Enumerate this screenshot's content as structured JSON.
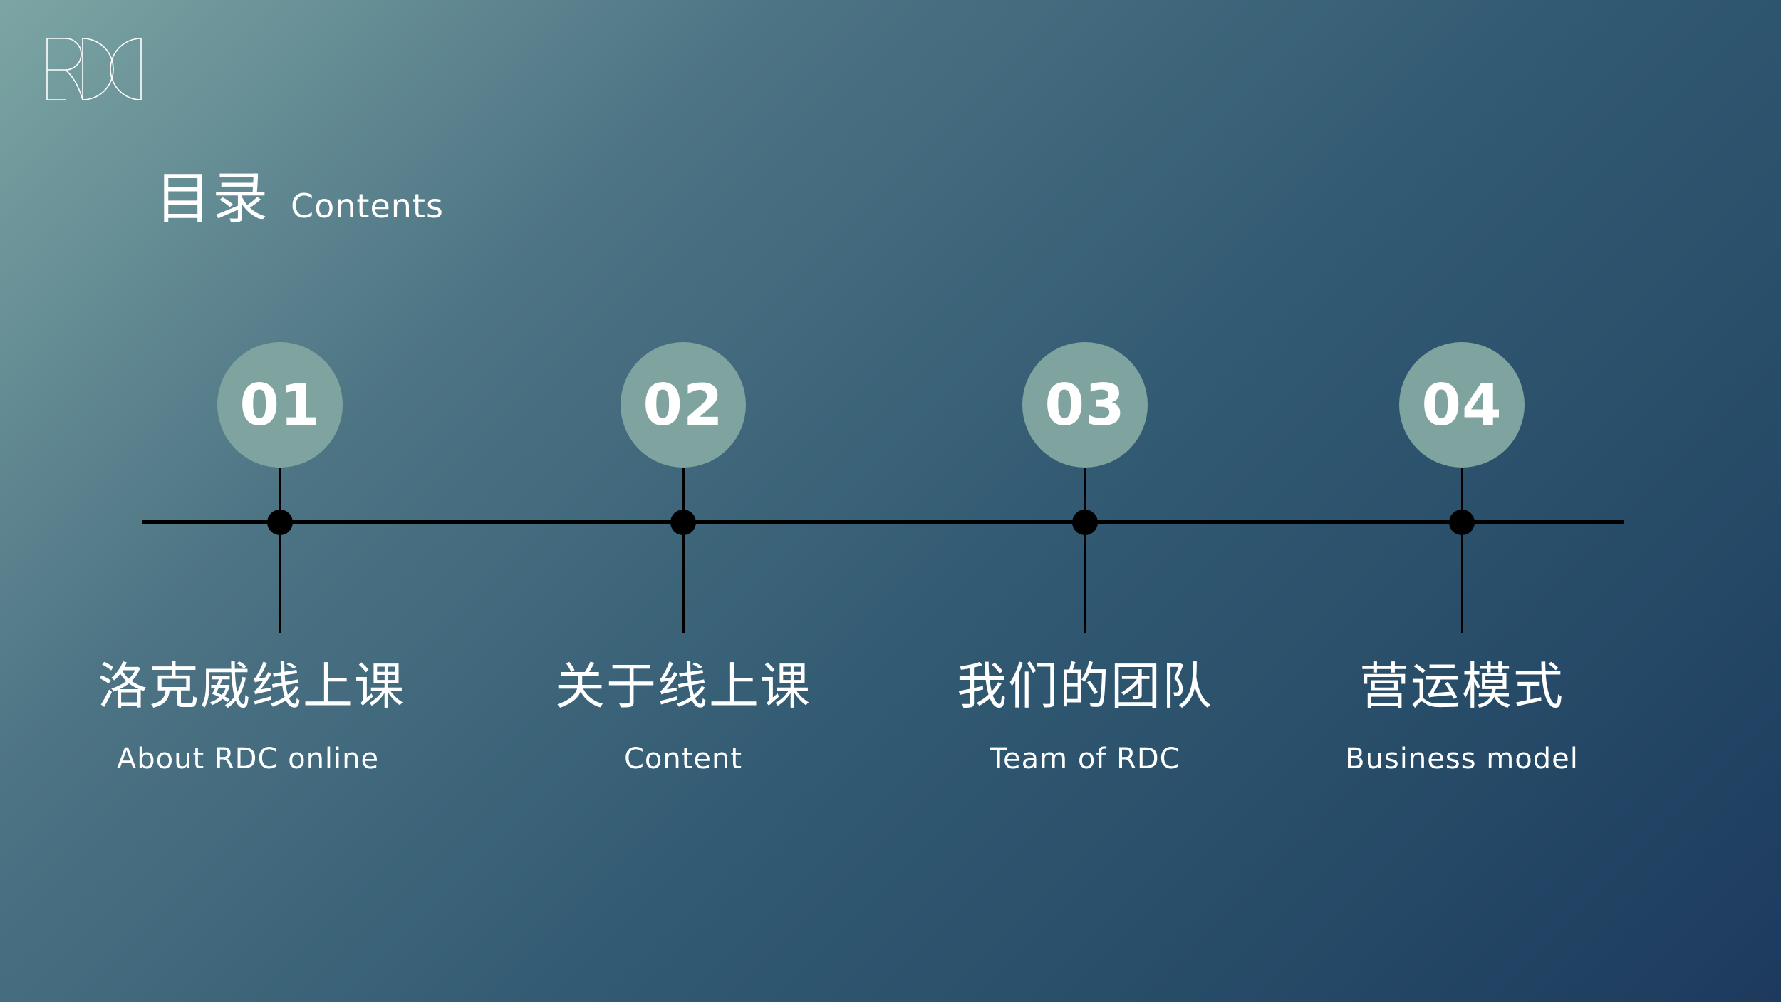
{
  "logo": {
    "icon": "rdc-logo-icon"
  },
  "header": {
    "title_zh": "目录",
    "title_en": "Contents"
  },
  "colors": {
    "circle": "#7fa4a0",
    "line": "#000000",
    "text": "#ffffff",
    "background_start": "#7ca5a4",
    "background_end": "#1d3a5e"
  },
  "items": [
    {
      "number": "01",
      "title_zh": "洛克威线上课",
      "title_en": "About RDC online"
    },
    {
      "number": "02",
      "title_zh": "关于线上课",
      "title_en": "Content"
    },
    {
      "number": "03",
      "title_zh": "我们的团队",
      "title_en": "Team of RDC"
    },
    {
      "number": "04",
      "title_zh": "营运模式",
      "title_en": "Business model"
    }
  ]
}
